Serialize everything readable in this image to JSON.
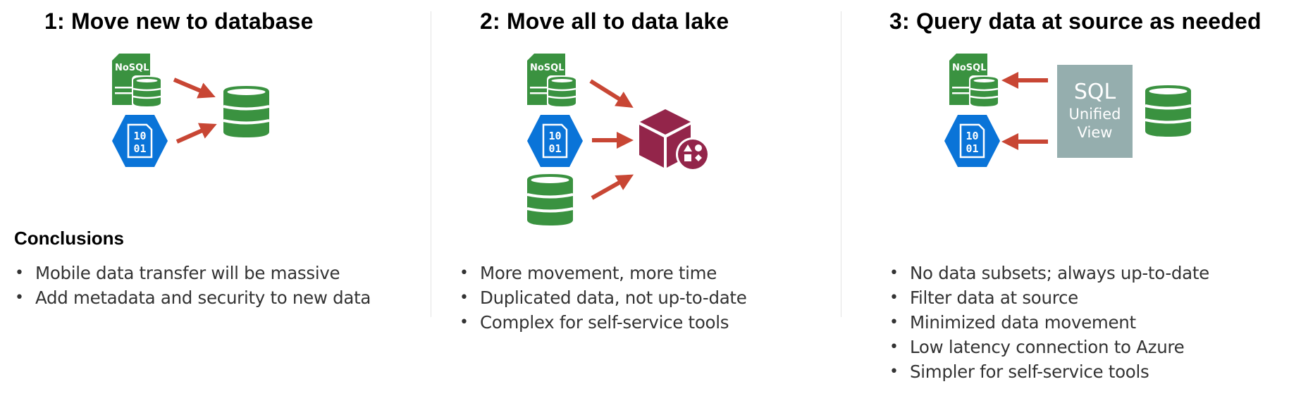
{
  "panels": [
    {
      "title": "1:  Move new to database",
      "heading": "Conclusions",
      "icons": [
        "nosql-document-icon",
        "blob-storage-icon",
        "database-icon"
      ],
      "bullets": [
        "Mobile data transfer will be massive",
        "Add metadata and security to new data"
      ]
    },
    {
      "title": "2:  Move all to data lake",
      "icons": [
        "nosql-document-icon",
        "blob-storage-icon",
        "database-icon",
        "data-lake-icon"
      ],
      "bullets": [
        "More movement, more time",
        "Duplicated data, not up-to-date",
        "Complex for self-service tools"
      ]
    },
    {
      "title": "3:  Query data at source as needed",
      "icons": [
        "nosql-document-icon",
        "blob-storage-icon",
        "sql-unified-view-box",
        "database-icon"
      ],
      "sql_box": {
        "line1": "SQL",
        "line2": "Unified",
        "line3": "View"
      },
      "bullets": [
        "No data subsets; always up-to-date",
        "Filter data at source",
        "Minimized data movement",
        "Low latency connection to Azure",
        "Simpler for self-service tools"
      ]
    }
  ],
  "icon_labels": {
    "nosql": "NoSQL",
    "binary_top": "10",
    "binary_bottom": "01"
  },
  "colors": {
    "green": "#3a9240",
    "blue": "#0a74d8",
    "arrow": "#c84634",
    "datalake": "#93254a",
    "sqlbox": "#95aeae",
    "divider": "#e4e4e4",
    "text": "#333333"
  }
}
